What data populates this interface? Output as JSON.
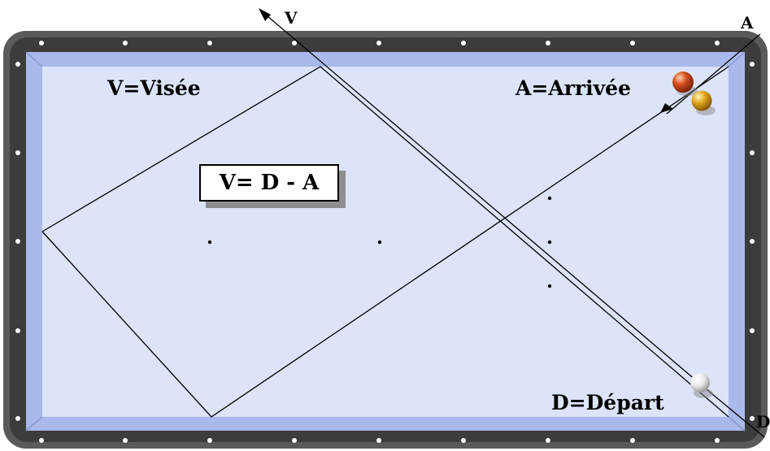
{
  "labels": {
    "v_legend": "V=Visée",
    "a_legend": "A=Arrivée",
    "d_legend": "D=Départ",
    "v_marker": "V",
    "a_marker": "A",
    "d_marker": "D"
  },
  "formula": "V= D - A",
  "colors": {
    "frame": "#5a5a5a",
    "rail": "#a9b9ec",
    "cloth": "#dbe4f9",
    "line": "#000000",
    "ball_red": "#c0471b",
    "ball_yellow": "#d7a21a",
    "ball_white": "#f2f2f2"
  }
}
